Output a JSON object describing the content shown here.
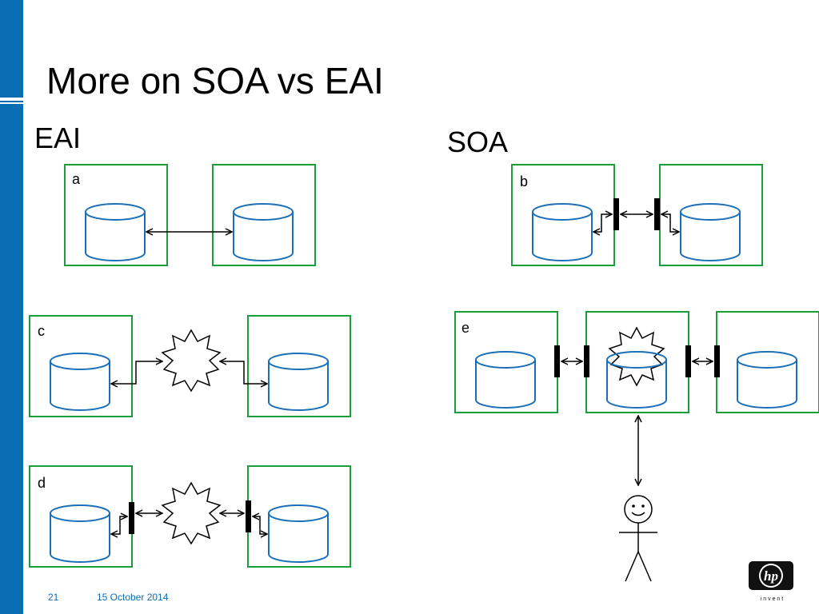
{
  "slide": {
    "title": "More on SOA vs EAI",
    "left_heading": "EAI",
    "right_heading": "SOA",
    "page_number": "21",
    "date": "15 October 2014"
  },
  "diagram": {
    "panel_labels": [
      "a",
      "b",
      "c",
      "d",
      "e"
    ],
    "colors": {
      "box": "#1a9e3a",
      "cylinder": "#1b6fb8",
      "accent": "#0a6db3"
    }
  },
  "logo": {
    "text": "hp",
    "tagline": "i n v e n t"
  }
}
